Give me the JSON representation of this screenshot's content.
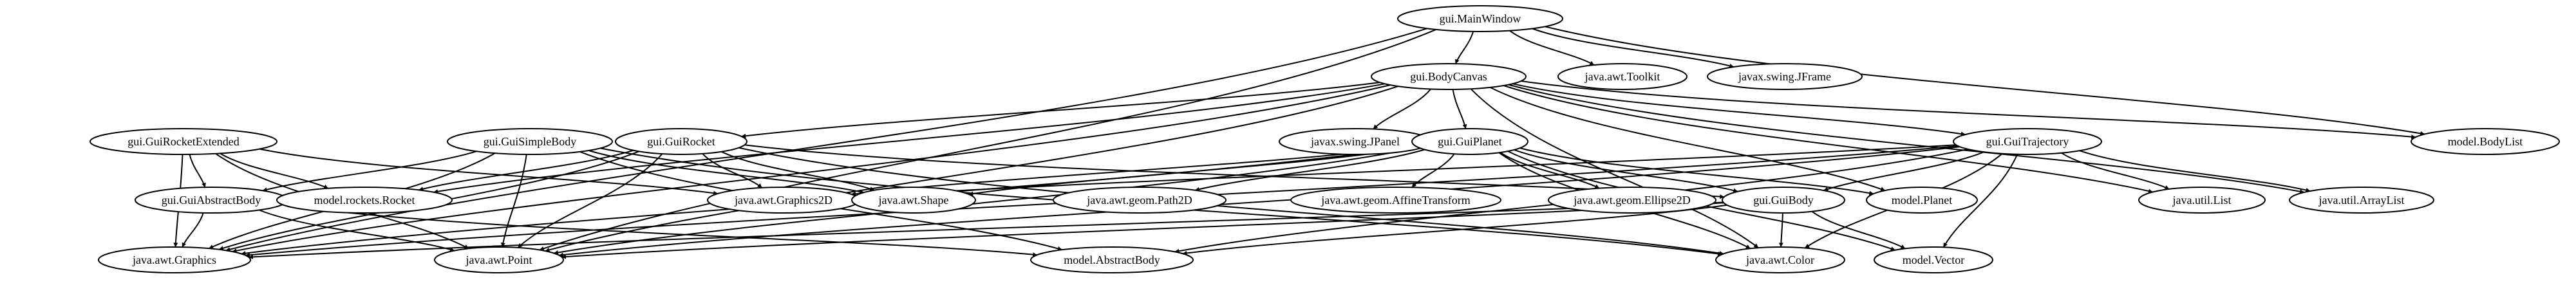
{
  "diagram": {
    "type": "dependency-graph",
    "nodes": [
      {
        "id": "main_window",
        "label": "gui.MainWindow"
      },
      {
        "id": "body_canvas",
        "label": "gui.BodyCanvas"
      },
      {
        "id": "awt_toolkit",
        "label": "java.awt.Toolkit"
      },
      {
        "id": "swing_jframe",
        "label": "javax.swing.JFrame"
      },
      {
        "id": "rocket_extended",
        "label": "gui.GuiRocketExtended"
      },
      {
        "id": "simple_body",
        "label": "gui.GuiSimpleBody"
      },
      {
        "id": "gui_rocket",
        "label": "gui.GuiRocket"
      },
      {
        "id": "swing_jpanel",
        "label": "javax.swing.JPanel"
      },
      {
        "id": "gui_planet",
        "label": "gui.GuiPlanet"
      },
      {
        "id": "gui_trajectory",
        "label": "gui.GuiTrajectory"
      },
      {
        "id": "body_list",
        "label": "model.BodyList"
      },
      {
        "id": "abstract_body_gui",
        "label": "gui.GuiAbstractBody"
      },
      {
        "id": "rockets_rocket",
        "label": "model.rockets.Rocket"
      },
      {
        "id": "graphics2d",
        "label": "java.awt.Graphics2D"
      },
      {
        "id": "awt_shape",
        "label": "java.awt.Shape"
      },
      {
        "id": "path2d",
        "label": "java.awt.geom.Path2D"
      },
      {
        "id": "affine",
        "label": "java.awt.geom.AffineTransform"
      },
      {
        "id": "ellipse2d",
        "label": "java.awt.geom.Ellipse2D"
      },
      {
        "id": "gui_body",
        "label": "gui.GuiBody"
      },
      {
        "id": "model_planet",
        "label": "model.Planet"
      },
      {
        "id": "util_list",
        "label": "java.util.List"
      },
      {
        "id": "array_list",
        "label": "java.util.ArrayList"
      },
      {
        "id": "awt_graphics",
        "label": "java.awt.Graphics"
      },
      {
        "id": "awt_point",
        "label": "java.awt.Point"
      },
      {
        "id": "abstract_body_model",
        "label": "model.AbstractBody"
      },
      {
        "id": "awt_color",
        "label": "java.awt.Color"
      },
      {
        "id": "model_vector",
        "label": "model.Vector"
      }
    ],
    "edges": [
      {
        "from": "main_window",
        "to": "body_canvas"
      },
      {
        "from": "main_window",
        "to": "awt_toolkit"
      },
      {
        "from": "main_window",
        "to": "swing_jframe"
      },
      {
        "from": "main_window",
        "to": "awt_graphics"
      },
      {
        "from": "main_window",
        "to": "awt_point"
      },
      {
        "from": "main_window",
        "to": "body_list"
      },
      {
        "from": "body_canvas",
        "to": "swing_jpanel"
      },
      {
        "from": "body_canvas",
        "to": "gui_planet"
      },
      {
        "from": "body_canvas",
        "to": "gui_rocket"
      },
      {
        "from": "body_canvas",
        "to": "gui_trajectory"
      },
      {
        "from": "body_canvas",
        "to": "body_list"
      },
      {
        "from": "body_canvas",
        "to": "rockets_rocket"
      },
      {
        "from": "body_canvas",
        "to": "model_planet"
      },
      {
        "from": "body_canvas",
        "to": "util_list"
      },
      {
        "from": "body_canvas",
        "to": "array_list"
      },
      {
        "from": "body_canvas",
        "to": "awt_graphics"
      },
      {
        "from": "body_canvas",
        "to": "awt_point"
      },
      {
        "from": "body_canvas",
        "to": "awt_color"
      },
      {
        "from": "rocket_extended",
        "to": "abstract_body_gui"
      },
      {
        "from": "rocket_extended",
        "to": "rockets_rocket"
      },
      {
        "from": "rocket_extended",
        "to": "graphics2d"
      },
      {
        "from": "rocket_extended",
        "to": "awt_graphics"
      },
      {
        "from": "rocket_extended",
        "to": "awt_point"
      },
      {
        "from": "simple_body",
        "to": "abstract_body_gui"
      },
      {
        "from": "simple_body",
        "to": "awt_shape"
      },
      {
        "from": "simple_body",
        "to": "awt_graphics"
      },
      {
        "from": "simple_body",
        "to": "awt_point"
      },
      {
        "from": "simple_body",
        "to": "abstract_body_model"
      },
      {
        "from": "simple_body",
        "to": "awt_color"
      },
      {
        "from": "gui_rocket",
        "to": "rockets_rocket"
      },
      {
        "from": "gui_rocket",
        "to": "graphics2d"
      },
      {
        "from": "gui_rocket",
        "to": "awt_shape"
      },
      {
        "from": "gui_rocket",
        "to": "awt_graphics"
      },
      {
        "from": "gui_rocket",
        "to": "awt_point"
      },
      {
        "from": "gui_rocket",
        "to": "awt_color"
      },
      {
        "from": "gui_rocket",
        "to": "gui_body"
      },
      {
        "from": "gui_planet",
        "to": "graphics2d"
      },
      {
        "from": "gui_planet",
        "to": "awt_shape"
      },
      {
        "from": "gui_planet",
        "to": "path2d"
      },
      {
        "from": "gui_planet",
        "to": "affine"
      },
      {
        "from": "gui_planet",
        "to": "ellipse2d"
      },
      {
        "from": "gui_planet",
        "to": "gui_body"
      },
      {
        "from": "gui_planet",
        "to": "model_planet"
      },
      {
        "from": "gui_planet",
        "to": "awt_color"
      },
      {
        "from": "gui_planet",
        "to": "model_vector"
      },
      {
        "from": "gui_planet",
        "to": "awt_graphics"
      },
      {
        "from": "gui_planet",
        "to": "awt_point"
      },
      {
        "from": "gui_trajectory",
        "to": "gui_body"
      },
      {
        "from": "gui_trajectory",
        "to": "util_list"
      },
      {
        "from": "gui_trajectory",
        "to": "array_list"
      },
      {
        "from": "gui_trajectory",
        "to": "graphics2d"
      },
      {
        "from": "gui_trajectory",
        "to": "awt_color"
      },
      {
        "from": "gui_trajectory",
        "to": "model_vector"
      },
      {
        "from": "gui_trajectory",
        "to": "awt_graphics"
      },
      {
        "from": "gui_trajectory",
        "to": "awt_point"
      },
      {
        "from": "gui_trajectory",
        "to": "abstract_body_model"
      },
      {
        "from": "abstract_body_gui",
        "to": "awt_graphics"
      },
      {
        "from": "abstract_body_gui",
        "to": "awt_point"
      },
      {
        "from": "abstract_body_gui",
        "to": "abstract_body_model"
      },
      {
        "from": "gui_body",
        "to": "awt_graphics"
      },
      {
        "from": "gui_body",
        "to": "awt_point"
      },
      {
        "from": "gui_body",
        "to": "abstract_body_model"
      },
      {
        "from": "gui_body",
        "to": "awt_color"
      },
      {
        "from": "gui_body",
        "to": "model_vector"
      }
    ]
  }
}
